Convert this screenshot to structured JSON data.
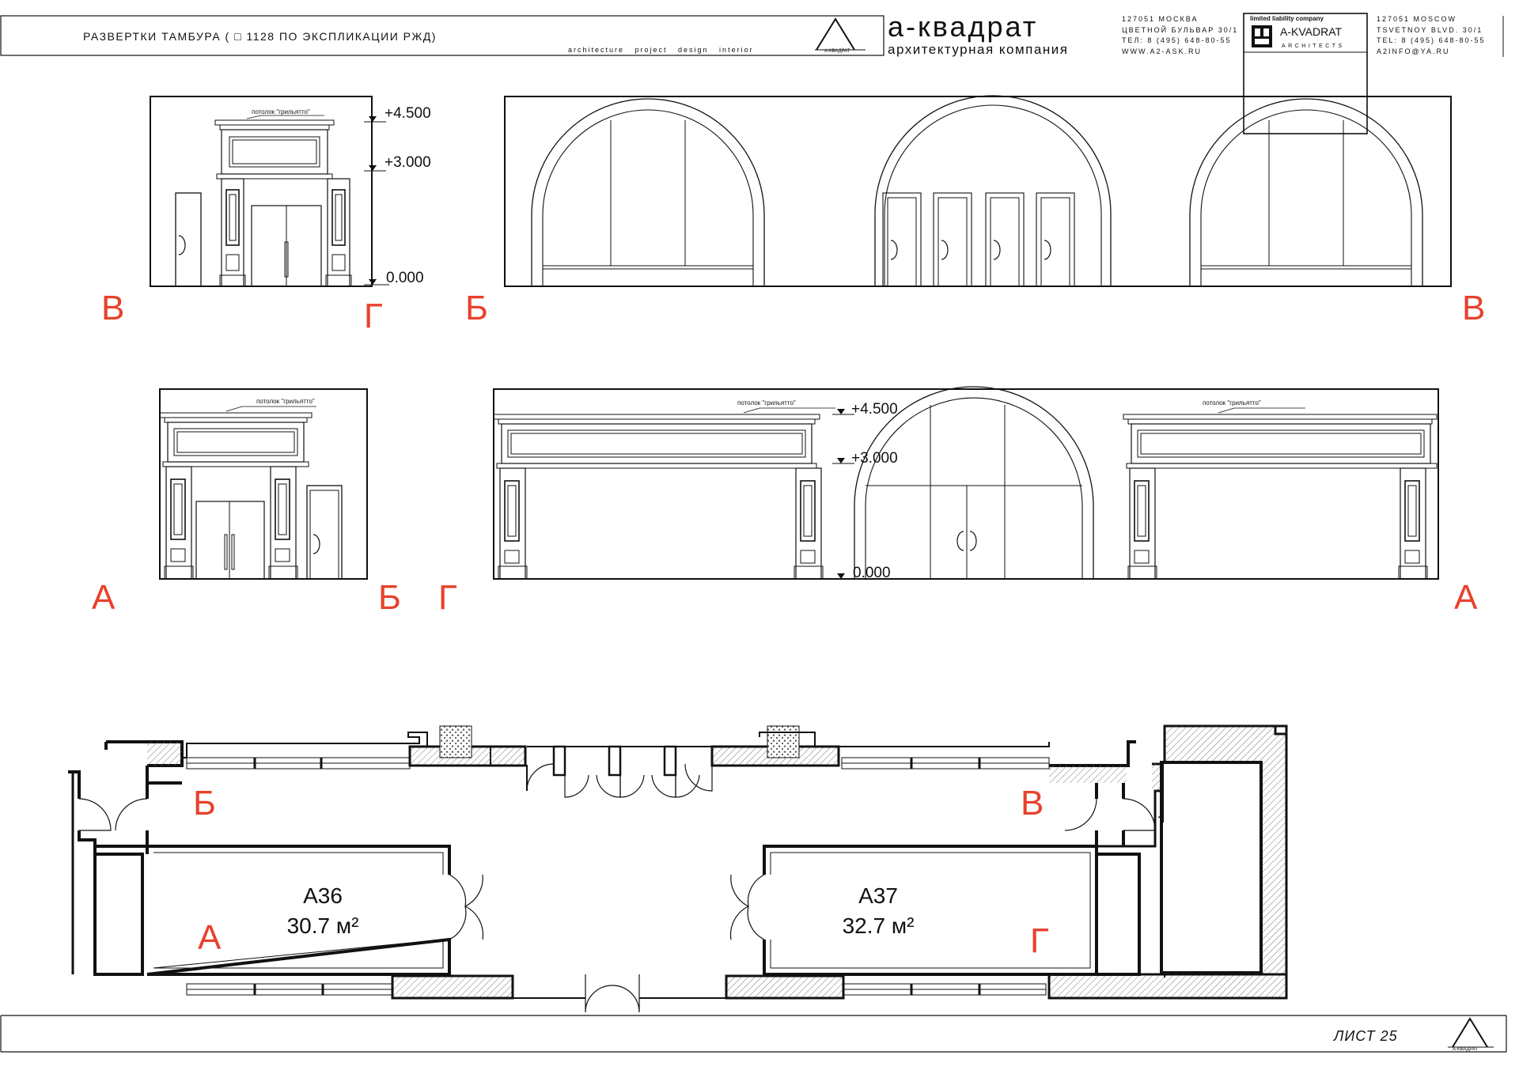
{
  "header": {
    "sheet_title": "РАЗВЕРТКИ ТАМБУРА  ( □ 1128 ПО ЭКСПЛИКАЦИИ РЖД)",
    "tagline": "architecture   project   design   interior",
    "logo_caption": "А-КВАДРАТ",
    "brand_ru": "а-квадрат",
    "brand_sub": "архитектурная компания",
    "addr_ru": [
      "127051 МОСКВА",
      "ЦВЕТНОЙ БУЛЬВАР 30/1",
      "ТЕЛ: 8 (495) 648-80-55",
      "WWW.A2-ASK.RU"
    ],
    "llc_label": "limited liability company",
    "brand_en": "A-KVADRAT",
    "brand_en_sub": "ARCHITECTS",
    "addr_en": [
      "127051 MOSCOW",
      "TSVETNOY BLVD. 30/1",
      "TEL: 8 (495) 648-80-55",
      "A2INFO@YA.RU"
    ]
  },
  "elevations": {
    "ceiling_note": "потолок \"грильятто\"",
    "levels": [
      "+4.500",
      "+3.000",
      "0.000"
    ],
    "axis_labels": {
      "e1_left": "В",
      "e1_right": "Г",
      "e2_left": "Б",
      "e2_right": "В",
      "e3_left": "А",
      "e3_right": "Б",
      "e4_left": "Г",
      "e4_right": "А"
    }
  },
  "plan": {
    "rooms": [
      {
        "id": "А36",
        "area": "30.7 м²"
      },
      {
        "id": "А37",
        "area": "32.7 м²"
      }
    ],
    "view_markers": [
      "Б",
      "В",
      "А",
      "Г"
    ]
  },
  "footer": {
    "sheet_number": "ЛИСТ 25",
    "logo_caption": "А-КВАДРАТ"
  },
  "colors": {
    "marker_red": "#e8412c",
    "line": "#111111",
    "hatch": "#777777"
  }
}
